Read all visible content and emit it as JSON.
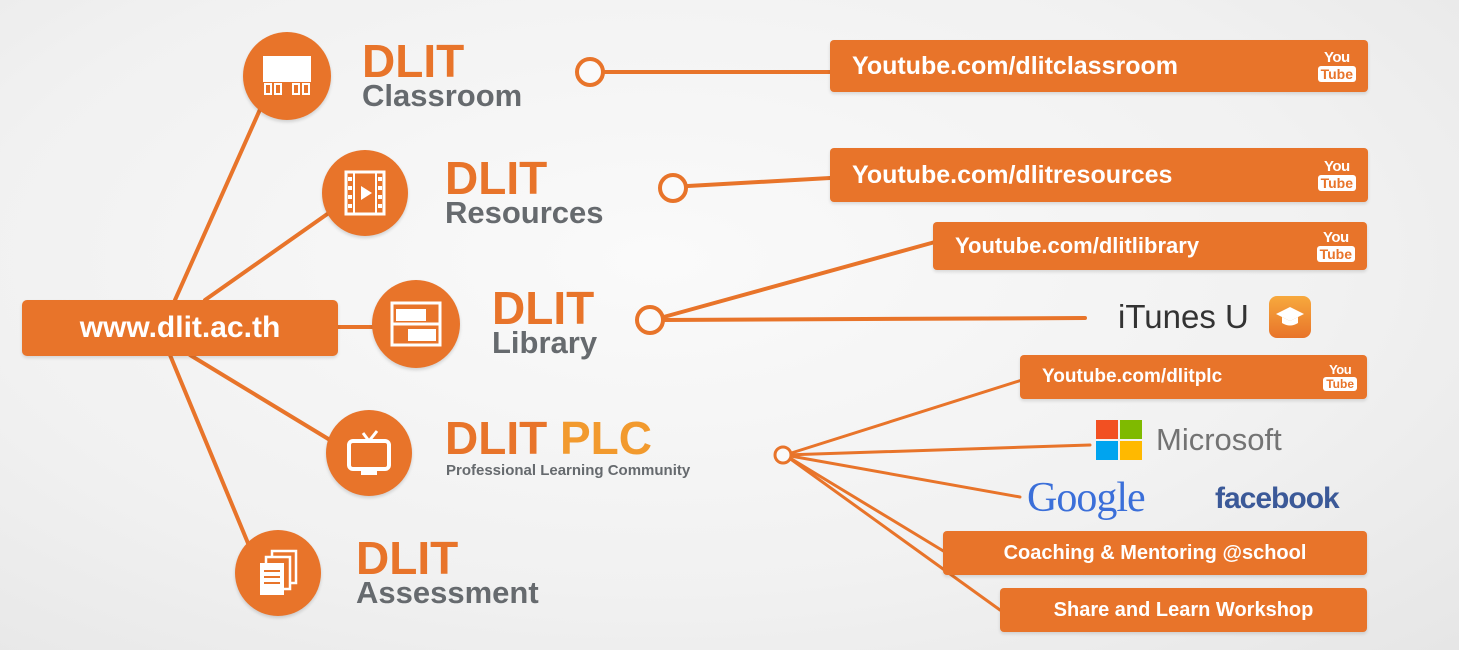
{
  "colors": {
    "accent": "#e8742a",
    "gray": "#666a6e",
    "line": "#e8742a"
  },
  "root": {
    "label": "www.dlit.ac.th"
  },
  "nodes": [
    {
      "key": "classroom",
      "title": "DLIT",
      "subtitle": "Classroom",
      "icon": "classroom-icon"
    },
    {
      "key": "resources",
      "title": "DLIT",
      "subtitle": "Resources",
      "icon": "film-icon"
    },
    {
      "key": "library",
      "title": "DLIT",
      "subtitle": "Library",
      "icon": "bookshelf-icon"
    },
    {
      "key": "plc",
      "title": "DLIT",
      "title_accent": "PLC",
      "subtitle": "Professional Learning Community",
      "icon": "tv-icon"
    },
    {
      "key": "assessment",
      "title": "DLIT",
      "subtitle": "Assessment",
      "icon": "documents-icon"
    }
  ],
  "links": {
    "classroom_youtube": "Youtube.com/dlitclassroom",
    "resources_youtube": "Youtube.com/dlitresources",
    "library_youtube": "Youtube.com/dlitlibrary",
    "library_itunes": "iTunes U",
    "plc_youtube": "Youtube.com/dlitplc",
    "plc_microsoft": "Microsoft",
    "plc_google": "Google",
    "plc_facebook": "facebook",
    "plc_coaching": "Coaching & Mentoring @school",
    "plc_workshop": "Share and Learn Workshop"
  },
  "youtube_badge": {
    "top": "You",
    "bottom": "Tube"
  }
}
